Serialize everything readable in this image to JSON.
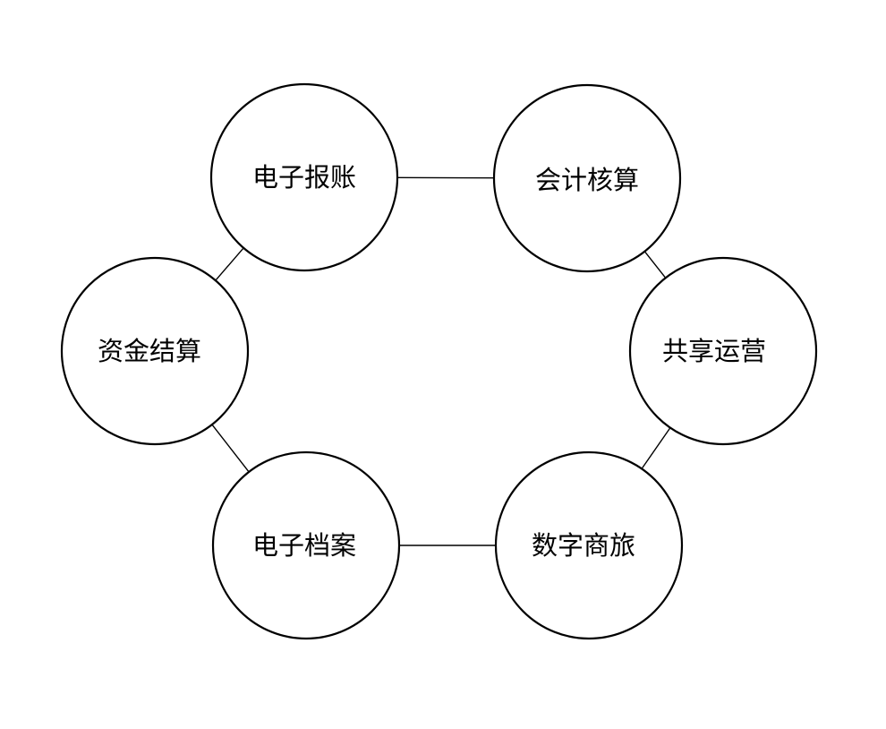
{
  "nodes": [
    {
      "id": "node-e-reimbursement",
      "label": "电子报账"
    },
    {
      "id": "node-accounting",
      "label": "会计核算"
    },
    {
      "id": "node-shared-operations",
      "label": "共享运营"
    },
    {
      "id": "node-digital-travel",
      "label": "数字商旅"
    },
    {
      "id": "node-e-archive",
      "label": "电子档案"
    },
    {
      "id": "node-fund-settlement",
      "label": "资金结算"
    }
  ],
  "edges": [
    {
      "from": "node-e-reimbursement",
      "to": "node-accounting"
    },
    {
      "from": "node-accounting",
      "to": "node-shared-operations"
    },
    {
      "from": "node-shared-operations",
      "to": "node-digital-travel"
    },
    {
      "from": "node-digital-travel",
      "to": "node-e-archive"
    },
    {
      "from": "node-e-archive",
      "to": "node-fund-settlement"
    },
    {
      "from": "node-fund-settlement",
      "to": "node-e-reimbursement"
    }
  ],
  "colors": {
    "background": "#ffffff",
    "stroke": "#000000",
    "text": "#000000"
  }
}
